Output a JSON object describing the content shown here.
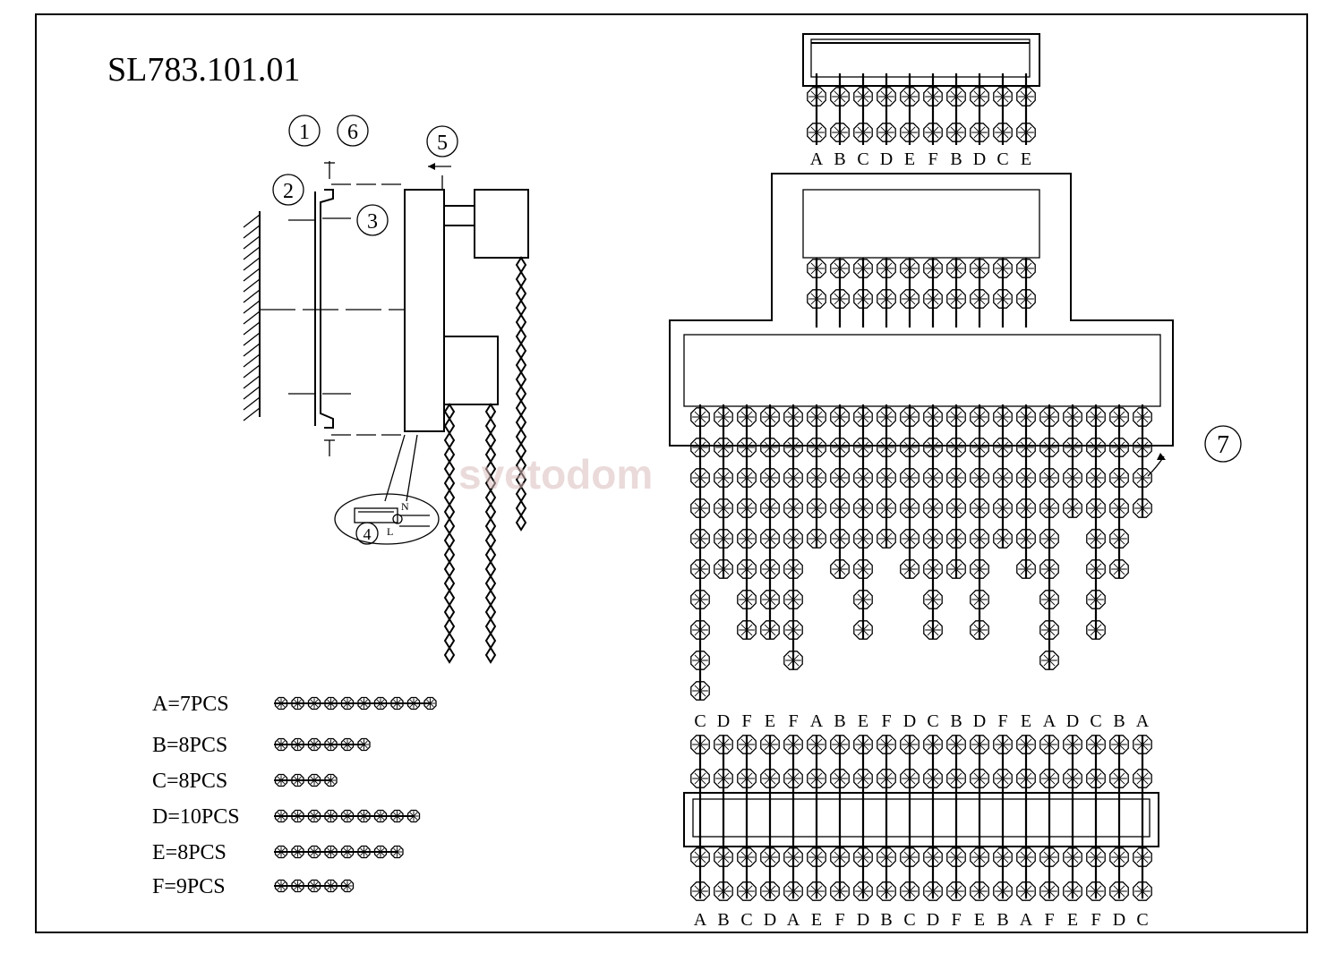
{
  "model_code": "SL783.101.01",
  "callouts": [
    "1",
    "2",
    "3",
    "4",
    "5",
    "6",
    "7"
  ],
  "wiring_labels": {
    "neutral": "N",
    "live": "L"
  },
  "watermark": "svetodom",
  "strand_legend": [
    {
      "label": "A=7PCS",
      "beads": 10
    },
    {
      "label": "B=8PCS",
      "beads": 6
    },
    {
      "label": "C=8PCS",
      "beads": 4
    },
    {
      "label": "D=10PCS",
      "beads": 9
    },
    {
      "label": "E=8PCS",
      "beads": 8
    },
    {
      "label": "F=9PCS",
      "beads": 5
    }
  ],
  "top_row_letters": [
    "A",
    "B",
    "C",
    "D",
    "E",
    "F",
    "B",
    "D",
    "C",
    "E"
  ],
  "main_row_letters": [
    "C",
    "D",
    "F",
    "E",
    "F",
    "A",
    "B",
    "E",
    "F",
    "D",
    "C",
    "B",
    "D",
    "F",
    "E",
    "A",
    "D",
    "C",
    "B",
    "A"
  ],
  "bottom_row_letters": [
    "A",
    "B",
    "C",
    "D",
    "A",
    "E",
    "F",
    "D",
    "B",
    "C",
    "D",
    "F",
    "E",
    "B",
    "A",
    "F",
    "E",
    "F",
    "D",
    "C"
  ],
  "colors": {
    "line": "#000000",
    "watermark": "#d9bcbc",
    "background": "#ffffff"
  }
}
